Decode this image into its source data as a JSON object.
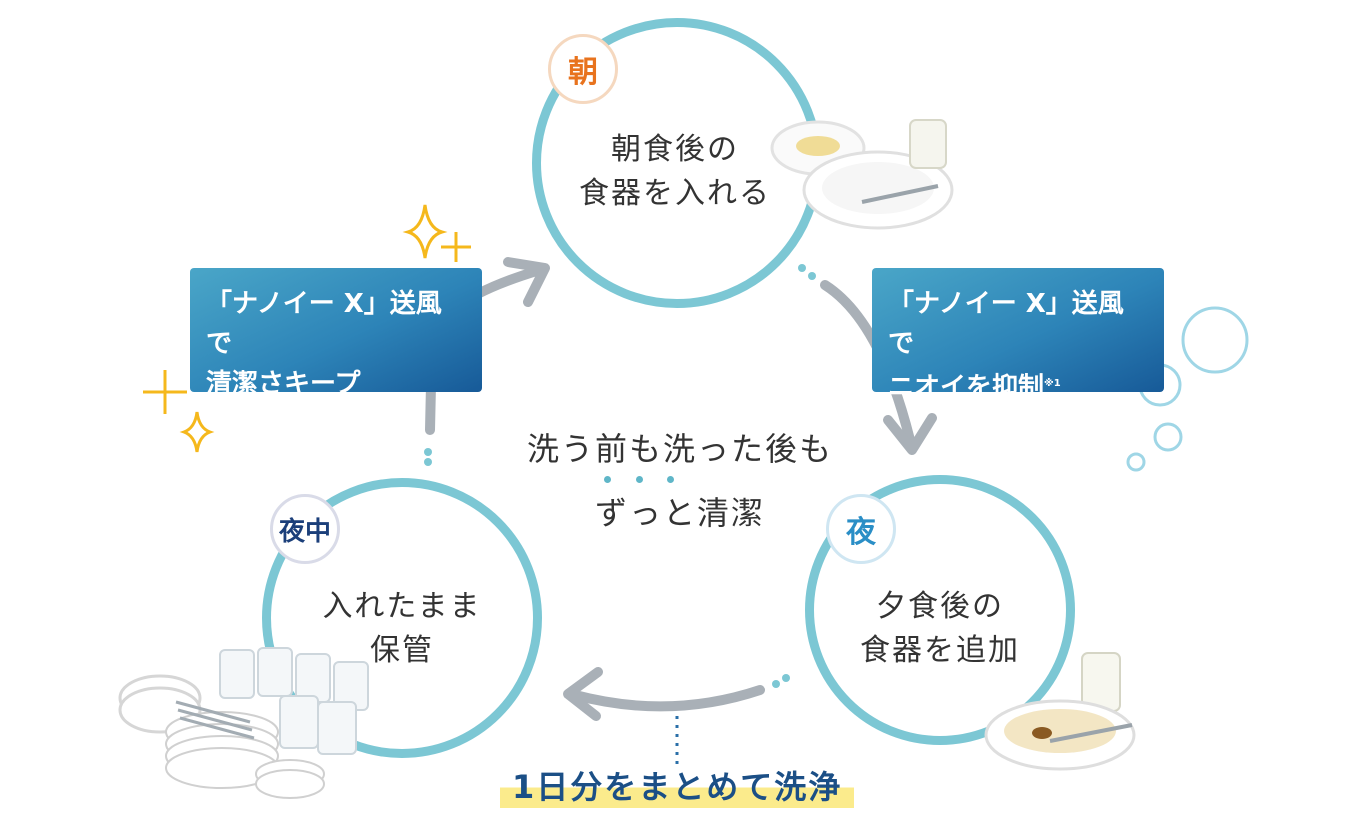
{
  "cycle": {
    "morning": {
      "badge": "朝",
      "line1": "朝食後の",
      "line2": "食器を入れる"
    },
    "night": {
      "badge": "夜",
      "line1": "夕食後の",
      "line2": "食器を追加"
    },
    "midnight": {
      "badge": "夜中",
      "line1": "入れたまま",
      "line2": "保管"
    }
  },
  "boxes": {
    "left": {
      "line1": "「ナノイー X」送風で",
      "line2": "清潔さキープ"
    },
    "right": {
      "line1": "「ナノイー X」送風で",
      "line2": "ニオイを抑制",
      "note": "※1"
    }
  },
  "center": {
    "line1": "洗う前も洗った後も",
    "line2": "ずっと清潔"
  },
  "bottom_label": "1日分をまとめて洗浄",
  "colors": {
    "ring": "#7cc7d4",
    "box_blue": "#2d84b8",
    "badge_morning": "#e8731e",
    "badge_night": "#2a8ec6",
    "badge_midnight": "#1b3f7a",
    "highlight": "#fbeb8c",
    "sparkle": "#f5b81c"
  }
}
